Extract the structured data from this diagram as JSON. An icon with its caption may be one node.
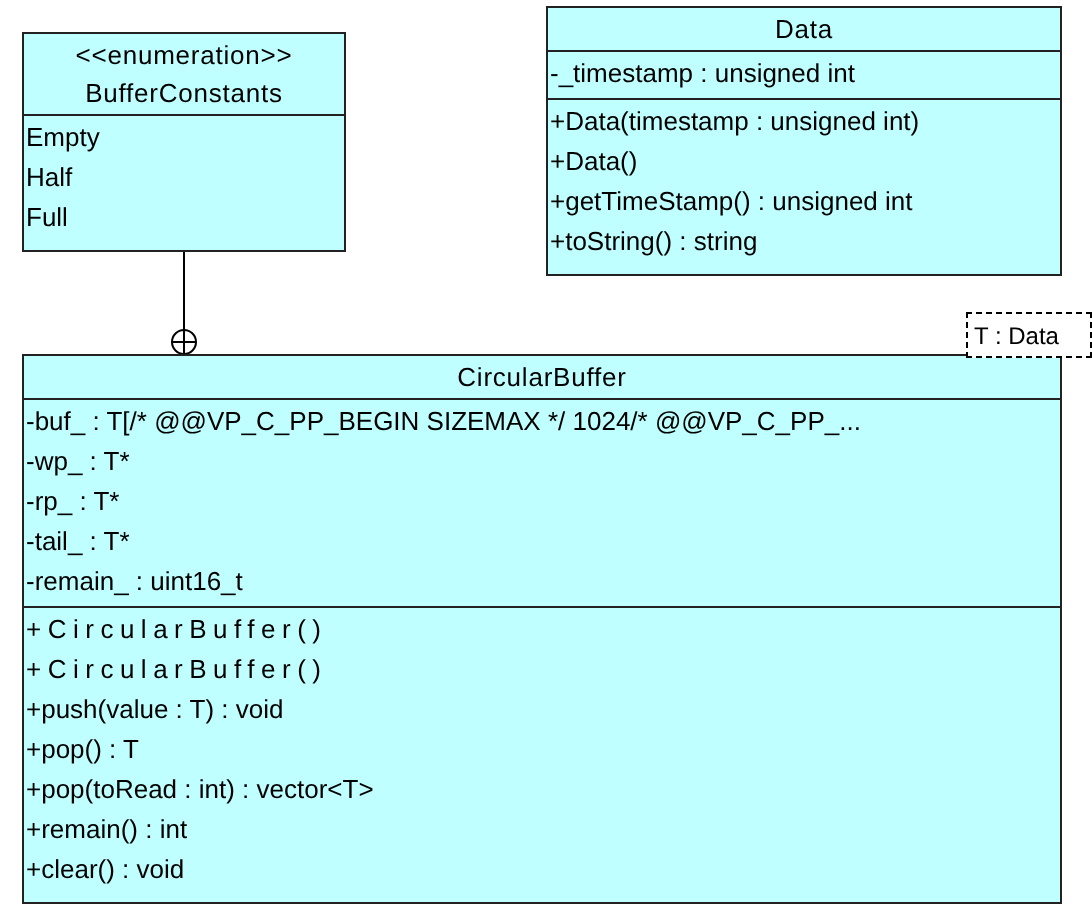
{
  "diagram": {
    "nodes": [
      {
        "text": [
          "<<enumeration>>",
          "BufferConstants",
          "Empty",
          "Half",
          "Full"
        ]
      },
      {
        "text": [
          "Data",
          "-_timestamp : unsigned int",
          "+Data(timestamp : unsigned int)",
          "+Data()",
          "+getTimeStamp() : unsigned int",
          "+toString() : string"
        ]
      },
      {
        "text": [
          "CircularBuffer",
          "-buf_ : T[/* @@VP_C_PP_BEGIN SIZEMAX */ 1024/* @@VP_C_PP_...",
          "-wp_ : T*",
          "-rp_ : T*",
          "-tail_ : T*",
          "-remain_ : uint16_t",
          "+CircularBuffer()",
          "+CircularBuffer()",
          "+push(value : T) : void",
          "+pop() : T",
          "+pop(toRead : int) : vector<T>",
          "+remain() : int",
          "+clear() : void"
        ]
      },
      {
        "text": [
          "T : Data"
        ]
      }
    ],
    "edges": [
      {
        "from": 0,
        "to": 2,
        "arrow": "other"
      }
    ]
  }
}
